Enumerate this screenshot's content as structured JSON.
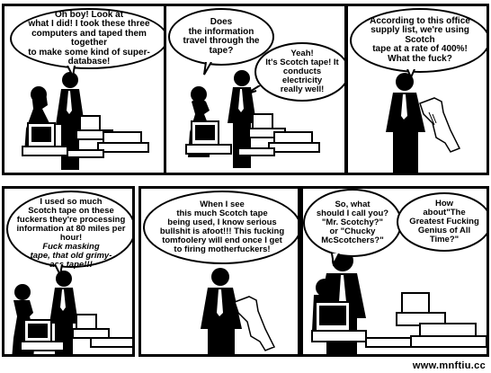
{
  "comic": {
    "panels": [
      {
        "id": "p1",
        "bubbles": [
          {
            "text": "Oh boy!  Look at\nwhat I did!  I took these three\ncomputers and taped them together\nto make some kind of super-\ndatabase!"
          }
        ]
      },
      {
        "id": "p2",
        "bubbles": [
          {
            "text": "Does\nthe information\ntravel through the\ntape?"
          },
          {
            "text": "Yeah!\nIt's Scotch tape!  It\nconducts electricity\nreally well!"
          }
        ]
      },
      {
        "id": "p3",
        "bubbles": [
          {
            "text": "According to this office\nsupply list, we're using Scotch\ntape at a rate of 400%!\nWhat the fuck?"
          }
        ]
      },
      {
        "id": "p4",
        "bubbles": [
          {
            "text": "I used so much\nScotch tape on these\nfuckers they're processing\ninformation at 80 miles per\nhour!",
            "italic": "Fuck masking\ntape, that old grimy-\nass tape!!!"
          }
        ]
      },
      {
        "id": "p5",
        "bubbles": [
          {
            "text": "When I see\nthis much Scotch tape\nbeing used, I know serious\nbullshit is afoot!!!  This fucking\ntomfoolery will end once I get\nto firing motherfuckers!"
          }
        ]
      },
      {
        "id": "p6",
        "bubbles": [
          {
            "text": "So, what\nshould I call you?\n\"Mr. Scotchy?\"\nor \"Chucky\nMcScotchers?\""
          },
          {
            "text": "How\nabout\"The\nGreatest Fucking\nGenius of All\nTime?\""
          }
        ]
      }
    ],
    "watermark": "www.mnftiu.cc"
  }
}
